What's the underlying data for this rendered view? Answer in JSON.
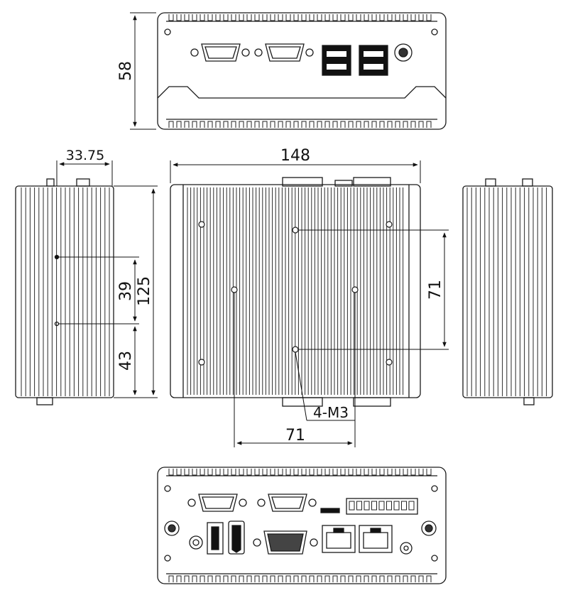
{
  "dimensions": {
    "height_front": "58",
    "side_offset": "33.75",
    "width_top": "148",
    "depth_top": "125",
    "hole_spacing_side_upper": "39",
    "hole_spacing_side_lower": "43",
    "hole_spacing_vertical": "71",
    "hole_spacing_horizontal": "71",
    "mount_label": "4-M3"
  },
  "colors": {
    "line": "#1a1a1a",
    "fin": "#2b2b2b",
    "background": "#ffffff"
  }
}
